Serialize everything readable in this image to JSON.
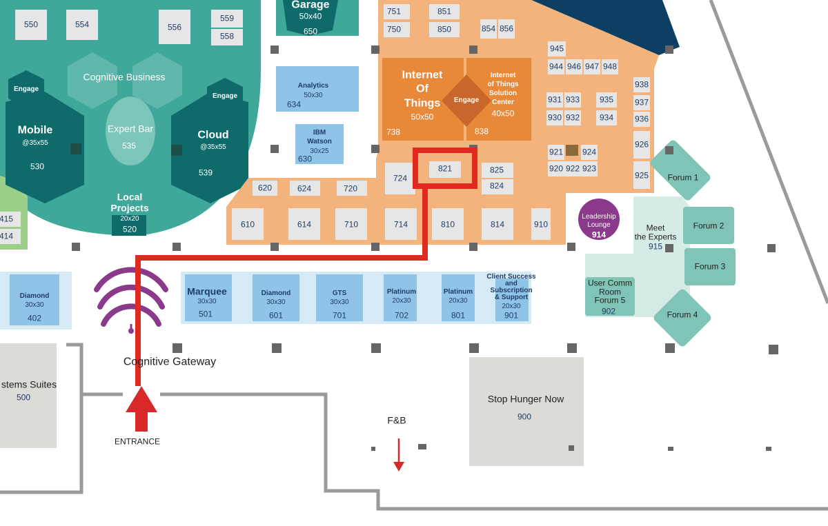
{
  "zones": {
    "teal": {
      "garage": {
        "name": "Garage",
        "size": "50x40",
        "number": "650"
      },
      "cognitive_business": "Cognitive Business",
      "expert_bar": {
        "name": "Expert Bar",
        "number": "535"
      },
      "engage_left": "Engage",
      "engage_right": "Engage",
      "mobile": {
        "name": "Mobile",
        "size": "@35x55",
        "number": "530"
      },
      "cloud": {
        "name": "Cloud",
        "size": "@35x55",
        "number": "539"
      },
      "local_projects": {
        "name_line1": "Local",
        "name_line2": "Projects",
        "size": "20x20",
        "number": "520"
      },
      "booths": [
        "550",
        "554",
        "556",
        "559",
        "558"
      ],
      "left_edge": [
        "415",
        "414"
      ]
    },
    "blue": {
      "analytics": {
        "name": "Analytics",
        "size": "50x30",
        "number": "634"
      },
      "watson": {
        "name_line1": "IBM",
        "name_line2": "Watson",
        "size": "30x25",
        "number": "630"
      },
      "diamond_left": {
        "name": "Diamond",
        "size": "30x30",
        "number": "402"
      },
      "marquee": {
        "name": "Marquee",
        "size": "30x30",
        "number": "501"
      },
      "diamond": {
        "name": "Diamond",
        "size": "30x30",
        "number": "601"
      },
      "gts": {
        "name": "GTS",
        "size": "30x30",
        "number": "701"
      },
      "platinum_a": {
        "name": "Platinum",
        "size": "20x30",
        "number": "702"
      },
      "platinum_b": {
        "name": "Platinum",
        "size": "20x30",
        "number": "801"
      },
      "client_success": {
        "line1": "Client Success",
        "line2": "and",
        "line3": "Subscription",
        "line4": "& Support",
        "size": "20x30",
        "number": "901"
      }
    },
    "orange": {
      "iot": {
        "line1": "Internet",
        "line2": "Of",
        "line3": "Things",
        "size": "50x50",
        "number": "738"
      },
      "iot_center": {
        "line1": "Internet",
        "line2": "of Things",
        "line3": "Solution",
        "line4": "Center",
        "size": "40x50",
        "number": "838"
      },
      "engage": "Engage",
      "booths": {
        "b751": "751",
        "b851": "851",
        "b750": "750",
        "b850": "850",
        "b854": "854",
        "b856": "856",
        "b945": "945",
        "b944": "944",
        "b946": "946",
        "b947": "947",
        "b948": "948",
        "b938": "938",
        "b937": "937",
        "b936": "936",
        "b926": "926",
        "b925": "925",
        "b931": "931",
        "b933": "933",
        "b935": "935",
        "b930": "930",
        "b932": "932",
        "b934": "934",
        "b921": "921",
        "b924": "924",
        "b920": "920",
        "b922": "922",
        "b923": "923",
        "b724": "724",
        "b821": "821",
        "b825": "825",
        "b824": "824",
        "b620": "620",
        "b624": "624",
        "b720": "720",
        "b610": "610",
        "b614": "614",
        "b710": "710",
        "b714": "714",
        "b810": "810",
        "b814": "814",
        "b910": "910"
      }
    },
    "mint": {
      "leadership": {
        "line1": "Leadership",
        "line2": "Lounge",
        "number": "914"
      },
      "forum1": "Forum 1",
      "forum2": "Forum 2",
      "forum3": "Forum 3",
      "forum4": "Forum 4",
      "meet_experts": {
        "line1": "Meet",
        "line2": "the Experts",
        "number": "915"
      },
      "user_comm": {
        "line1": "User Comm",
        "line2": "Room",
        "line3": "Forum 5",
        "number": "902"
      }
    },
    "grey": {
      "systems_suites": {
        "name": "stems Suites",
        "number": "500"
      },
      "stop_hunger": {
        "name": "Stop Hunger Now",
        "number": "900"
      }
    }
  },
  "labels": {
    "cognitive_gateway": "Cognitive Gateway",
    "entrance": "ENTRANCE",
    "fb": "F&B"
  },
  "colors": {
    "teal": "#3fa89b",
    "teal_dark": "#0f6a6a",
    "blue": "#8fc4e8",
    "orange": "#f2b47c",
    "orange_dark": "#e8893a",
    "mint": "#d5ebe5",
    "forum": "#7fc4b5",
    "purple": "#8b3a8b",
    "route": "#e02a1f",
    "navy": "#0d3f63",
    "grey_booth": "#dcdbd7",
    "wall": "#9a9a9a"
  }
}
